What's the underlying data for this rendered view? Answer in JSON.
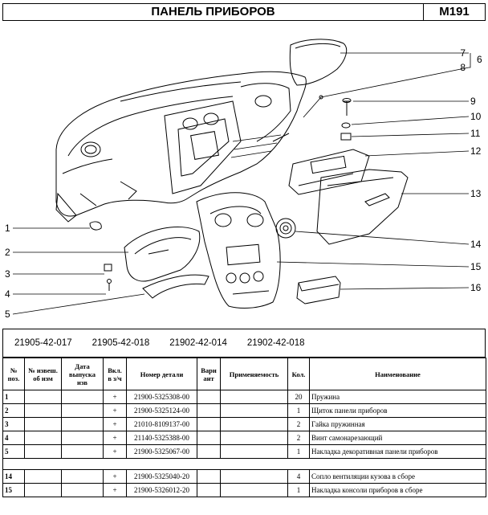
{
  "header": {
    "title": "ПАНЕЛЬ ПРИБОРОВ",
    "code": "M191"
  },
  "callouts": [
    "1",
    "2",
    "3",
    "4",
    "5",
    "6",
    "7",
    "8",
    "9",
    "10",
    "11",
    "12",
    "13",
    "14",
    "15",
    "16"
  ],
  "models": [
    "21905-42-017",
    "21905-42-018",
    "21902-42-014",
    "21902-42-018"
  ],
  "table": {
    "headers": {
      "pos": "№ поз.",
      "notice": "№ извеш. об изм",
      "date": "Дата выпуска изв",
      "incl": "Вкл. в з/ч",
      "part": "Номер детали",
      "variant": "Вари ант",
      "applic": "Применяемость",
      "qty": "Кол.",
      "name": "Наименование"
    },
    "rows": [
      {
        "pos": "1",
        "incl": "+",
        "part": "21900-5325308-00",
        "qty": "20",
        "name": "Пружина"
      },
      {
        "pos": "2",
        "incl": "+",
        "part": "21900-5325124-00",
        "qty": "1",
        "name": "Щиток панели приборов"
      },
      {
        "pos": "3",
        "incl": "+",
        "part": "21010-8109137-00",
        "qty": "2",
        "name": "Гайка пружинная"
      },
      {
        "pos": "4",
        "incl": "+",
        "part": "21140-5325388-00",
        "qty": "2",
        "name": "Винт самонарезающий"
      },
      {
        "pos": "5",
        "incl": "+",
        "part": "21900-5325067-00",
        "qty": "1",
        "name": "Накладка декоративная панели приборов"
      }
    ],
    "rows2": [
      {
        "pos": "14",
        "incl": "+",
        "part": "21900-5325040-20",
        "qty": "4",
        "name": "Сопло вентиляции кузова в сборе"
      },
      {
        "pos": "15",
        "incl": "+",
        "part": "21900-5326012-20",
        "qty": "1",
        "name": "Накладка консоли приборов в сборе"
      }
    ]
  }
}
